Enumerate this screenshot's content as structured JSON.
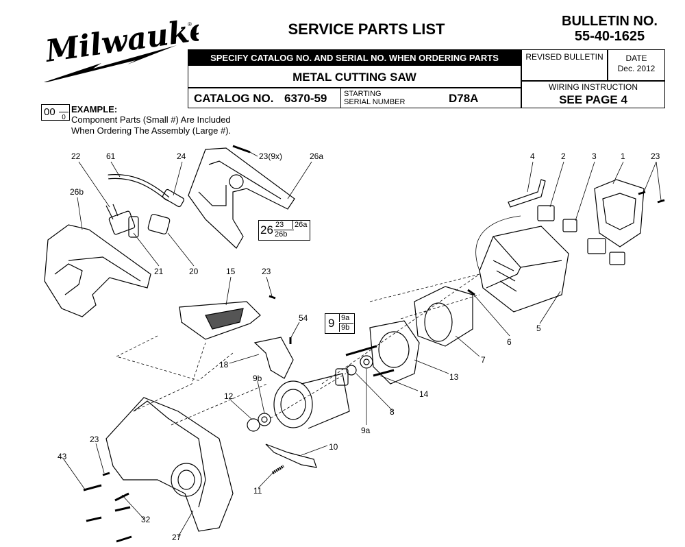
{
  "header": {
    "brand": "Milwaukee",
    "title": "SERVICE PARTS LIST",
    "bulletin_label": "BULLETIN NO.",
    "bulletin_number": "55-40-1625",
    "specify_text": "SPECIFY CATALOG NO. AND SERIAL NO. WHEN ORDERING PARTS",
    "product_name": "METAL CUTTING SAW",
    "catalog_label": "CATALOG NO.",
    "catalog_number": "6370-59",
    "starting_serial_label_1": "STARTING",
    "starting_serial_label_2": "SERIAL NUMBER",
    "serial_code": "D78A",
    "revised_label": "REVISED BULLETIN",
    "date_label": "DATE",
    "date_value": "Dec. 2012",
    "wiring_label": "WIRING INSTRUCTION",
    "wiring_value": "SEE PAGE 4"
  },
  "example": {
    "big": "00",
    "small": "0",
    "label": "EXAMPLE:",
    "line1": "Component Parts (Small #) Are Included",
    "line2": "When Ordering The Assembly (Large #)."
  },
  "assemblies": {
    "a26": {
      "big": "26",
      "s1": "23",
      "s2": "26a",
      "s3": "26b"
    },
    "a9": {
      "big": "9",
      "s1": "9a",
      "s2": "9b"
    }
  },
  "callouts": {
    "c22": "22",
    "c61": "61",
    "c24": "24",
    "c23_9x": "23(9x)",
    "c26a": "26a",
    "c26b": "26b",
    "c21": "21",
    "c20": "20",
    "c15": "15",
    "c23a": "23",
    "c4": "4",
    "c2": "2",
    "c3": "3",
    "c1": "1",
    "c23b": "23",
    "c5": "5",
    "c6": "6",
    "c7": "7",
    "c54": "54",
    "c18": "18",
    "c13": "13",
    "c14": "14",
    "c9b": "9b",
    "c12": "12",
    "c8": "8",
    "c9a": "9a",
    "c10": "10",
    "c23c": "23",
    "c43": "43",
    "c11": "11",
    "c32": "32",
    "c27": "27"
  }
}
